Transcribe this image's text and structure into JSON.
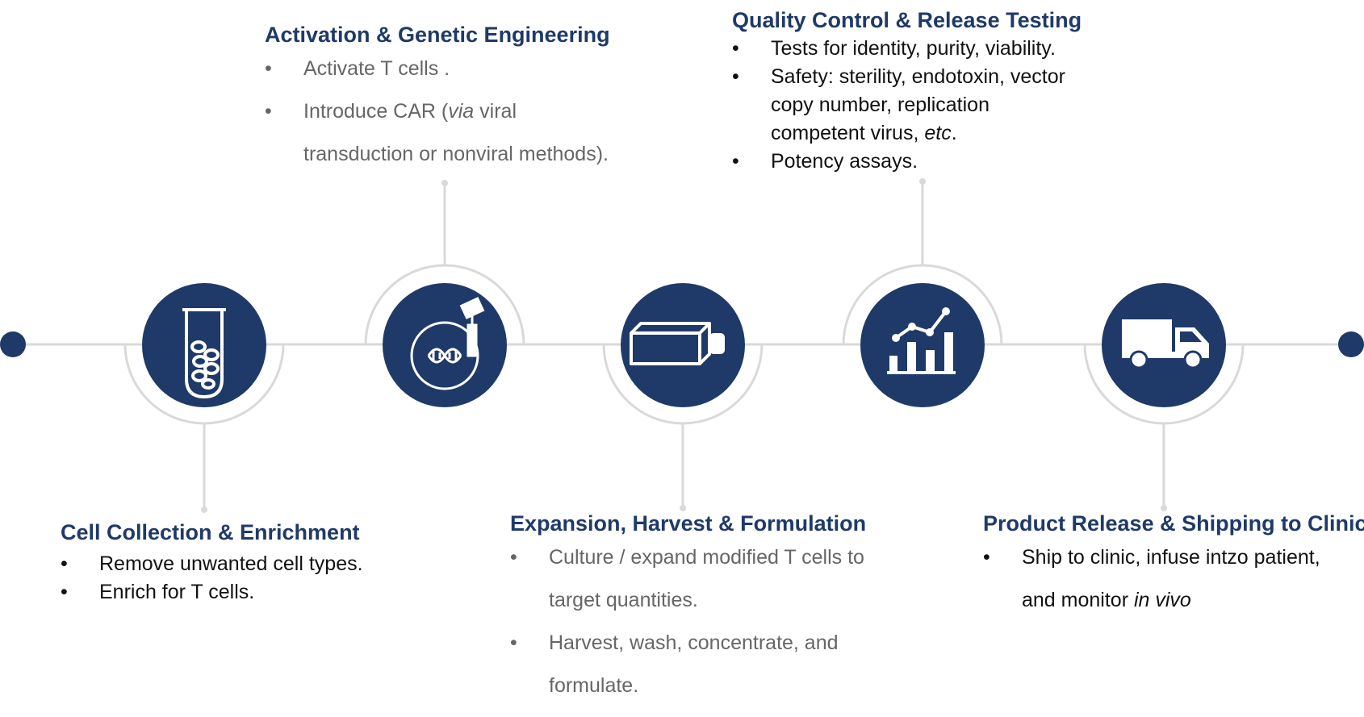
{
  "colors": {
    "navy": "#1f3a68",
    "line": "#d9d9d9",
    "gray_text": "#666666",
    "dark_text": "#111111"
  },
  "steps": [
    {
      "title": "Cell Collection & Enrichment",
      "icon": "test-tube-icon",
      "bullets": [
        "Remove unwanted cell types.",
        "Enrich for T cells."
      ]
    },
    {
      "title": "Activation & Genetic Engineering",
      "icon": "dna-vector-icon",
      "bullets": [
        "Activate T cells .",
        "Introduce CAR (",
        "via",
        " viral",
        "transduction or nonviral methods)."
      ]
    },
    {
      "title": "Expansion, Harvest & Formulation",
      "icon": "culture-flask-icon",
      "bullets": [
        "Culture / expand modified T cells to",
        "target quantities.",
        "Harvest, wash, concentrate, and",
        "formulate."
      ]
    },
    {
      "title": "Quality Control & Release Testing",
      "icon": "bar-chart-trend-icon",
      "bullets": [
        "Tests for identity, purity, viability.",
        "Safety: sterility, endotoxin, vector",
        "copy number, replication",
        "competent virus, ",
        "etc",
        ".",
        "Potency assays."
      ]
    },
    {
      "title": "Product Release & Shipping to Clinic",
      "icon": "delivery-truck-icon",
      "bullets": [
        "Ship to clinic, infuse intzo patient,",
        "and monitor ",
        "in vivo"
      ]
    }
  ]
}
